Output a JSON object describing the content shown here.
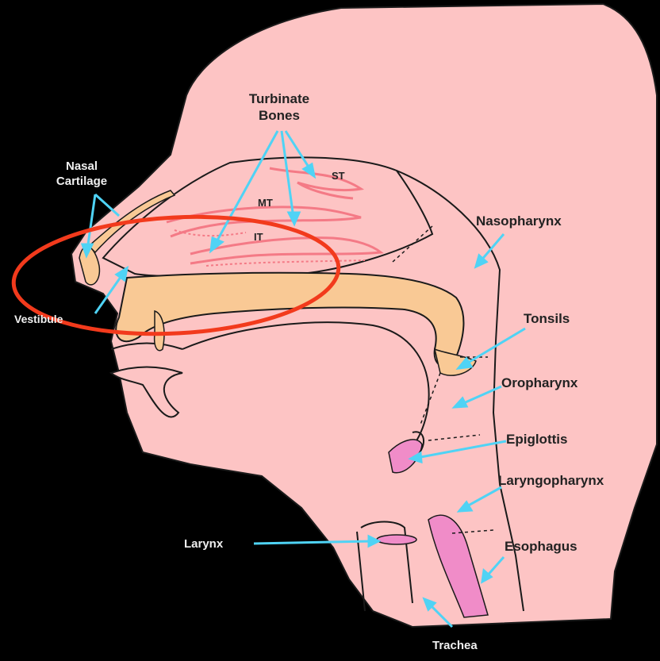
{
  "colors": {
    "background": "#000000",
    "tissue": "#fdc4c4",
    "palate": "#f9c995",
    "pink_organ": "#f08cc8",
    "arrow": "#4fd3f5",
    "highlight_ring": "#f23a1c",
    "outline": "#1a1a1a"
  },
  "labels": {
    "turbinate_line1": "Turbinate",
    "turbinate_line2": "Bones",
    "nasal_line1": "Nasal",
    "nasal_line2": "Cartilage",
    "st": "ST",
    "mt": "MT",
    "it": "IT",
    "vestibule": "Vestibule",
    "nasopharynx": "Nasopharynx",
    "tonsils": "Tonsils",
    "oropharynx": "Oropharynx",
    "epiglottis": "Epiglottis",
    "laryngopharynx": "Laryngopharynx",
    "larynx": "Larynx",
    "esophagus": "Esophagus",
    "trachea": "Trachea"
  },
  "annotation": {
    "highlight": "red ellipse around the nasal vestibule and inferior turbinate region"
  }
}
